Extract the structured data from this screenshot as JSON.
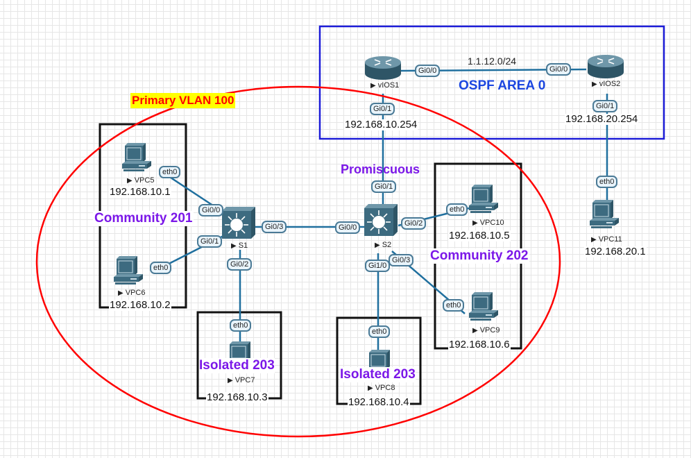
{
  "title": "Private VLAN topology",
  "primary_vlan_label": "Primary VLAN 100",
  "ospf_area_label": "OSPF AREA 0",
  "subnet_label": "1.1.12.0/24",
  "promiscuous_label": "Promiscuous",
  "community_201_label": "Community 201",
  "community_202_label": "Community 202",
  "isolated_203_label": "Isolated 203",
  "colors": {
    "link": "#1f6f9e",
    "ellipse": "#ff0000",
    "ospf_box": "#1c1cd8",
    "device": "#3d6b80",
    "community_text": "#7b17e8",
    "ospf_text": "#1c47e0",
    "primary_bg": "#ffff00"
  },
  "nodes": {
    "vios1": {
      "name": "vIOS1",
      "type": "router",
      "ip": "192.168.10.254"
    },
    "vios2": {
      "name": "vIOS2",
      "type": "router",
      "ip": "192.168.20.254"
    },
    "s1": {
      "name": "S1",
      "type": "switch"
    },
    "s2": {
      "name": "S2",
      "type": "switch"
    },
    "vpc5": {
      "name": "VPC5",
      "type": "pc",
      "ip": "192.168.10.1"
    },
    "vpc6": {
      "name": "VPC6",
      "type": "pc",
      "ip": "192.168.10.2"
    },
    "vpc7": {
      "name": "VPC7",
      "type": "pc",
      "ip": "192.168.10.3"
    },
    "vpc8": {
      "name": "VPC8",
      "type": "pc",
      "ip": "192.168.10.4"
    },
    "vpc10": {
      "name": "VPC10",
      "type": "pc",
      "ip": "192.168.10.5"
    },
    "vpc9": {
      "name": "VPC9",
      "type": "pc",
      "ip": "192.168.10.6"
    },
    "vpc11": {
      "name": "VPC11",
      "type": "pc",
      "ip": "192.168.20.1"
    }
  },
  "ports": {
    "vios1_gi00": "Gi0/0",
    "vios2_gi00": "Gi0/0",
    "vios1_gi01": "Gi0/1",
    "vios2_gi01": "Gi0/1",
    "s1_gi00": "Gi0/0",
    "s1_gi01": "Gi0/1",
    "s1_gi02": "Gi0/2",
    "s1_gi03": "Gi0/3",
    "s2_gi00": "Gi0/0",
    "s2_gi01": "Gi0/1",
    "s2_gi02": "Gi0/2",
    "s2_gi03": "Gi0/3",
    "s2_gi10": "Gi1/0",
    "vpc5_eth0": "eth0",
    "vpc6_eth0": "eth0",
    "vpc7_eth0": "eth0",
    "vpc8_eth0": "eth0",
    "vpc10_eth0": "eth0",
    "vpc9_eth0": "eth0",
    "vpc11_eth0": "eth0"
  },
  "links": [
    {
      "from": "vIOS1",
      "from_port": "Gi0/0",
      "to": "vIOS2",
      "to_port": "Gi0/0"
    },
    {
      "from": "vIOS1",
      "from_port": "Gi0/1",
      "to": "S2",
      "to_port": "Gi0/1"
    },
    {
      "from": "vIOS2",
      "from_port": "Gi0/1",
      "to": "VPC11",
      "to_port": "eth0"
    },
    {
      "from": "S1",
      "from_port": "Gi0/0",
      "to": "VPC5",
      "to_port": "eth0"
    },
    {
      "from": "S1",
      "from_port": "Gi0/1",
      "to": "VPC6",
      "to_port": "eth0"
    },
    {
      "from": "S1",
      "from_port": "Gi0/2",
      "to": "VPC7",
      "to_port": "eth0"
    },
    {
      "from": "S1",
      "from_port": "Gi0/3",
      "to": "S2",
      "to_port": "Gi0/0"
    },
    {
      "from": "S2",
      "from_port": "Gi0/2",
      "to": "VPC10",
      "to_port": "eth0"
    },
    {
      "from": "S2",
      "from_port": "Gi0/3",
      "to": "VPC9",
      "to_port": "eth0"
    },
    {
      "from": "S2",
      "from_port": "Gi1/0",
      "to": "VPC8",
      "to_port": "eth0"
    }
  ]
}
